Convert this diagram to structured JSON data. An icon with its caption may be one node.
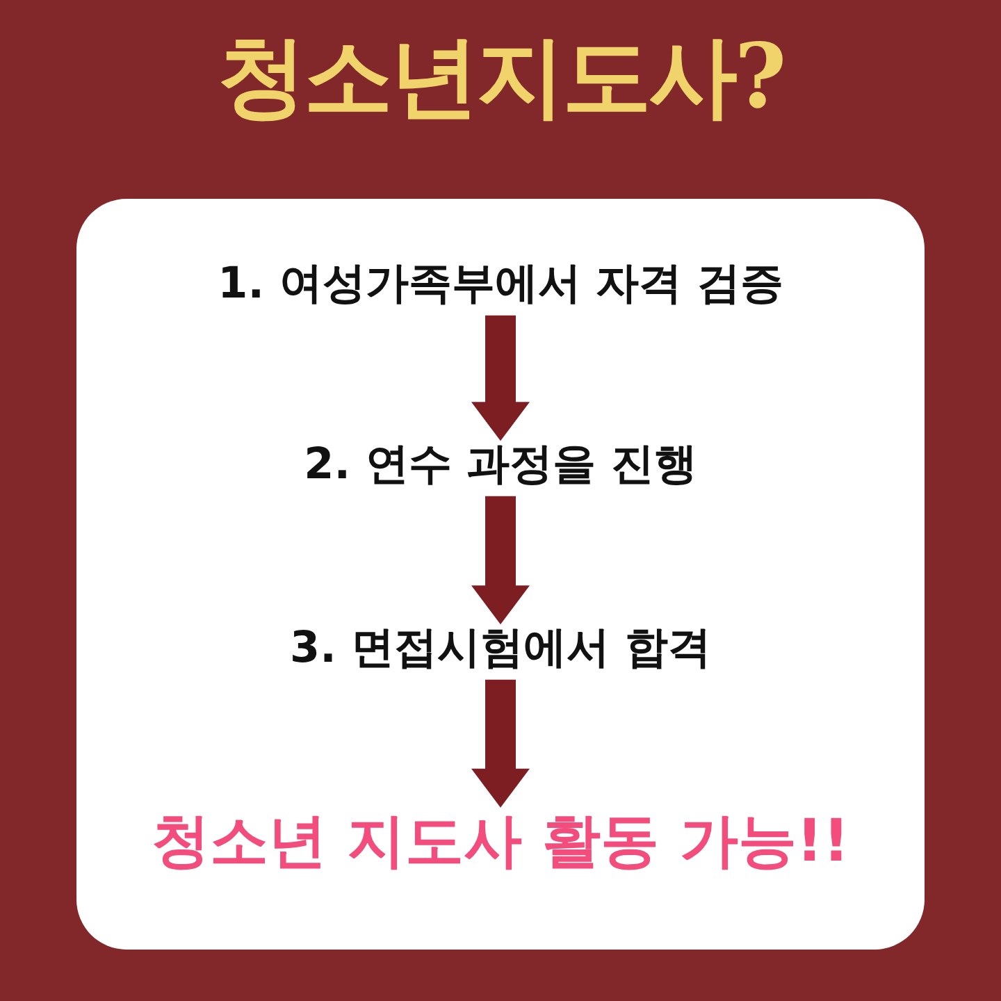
{
  "diagram": {
    "title": "청소년지도사?",
    "nodes": [
      {
        "text": [],
        "shape": "box"
      },
      {
        "text": [
          "1. 여성가족부에서 자격 검증"
        ],
        "in": 0
      },
      {
        "text": [
          "2. 연수 과정을 진행"
        ],
        "in": 0
      },
      {
        "text": [
          "3. 면접시험에서 합격"
        ],
        "in": 0
      },
      {
        "text": [
          "청소년 지도사 활동 가능!!"
        ],
        "in": 0
      }
    ],
    "edges": [
      {
        "from": 1,
        "to": 2,
        "arrow": "to"
      },
      {
        "from": 2,
        "to": 3,
        "arrow": "to"
      },
      {
        "from": 3,
        "to": 4,
        "arrow": "to"
      }
    ]
  }
}
